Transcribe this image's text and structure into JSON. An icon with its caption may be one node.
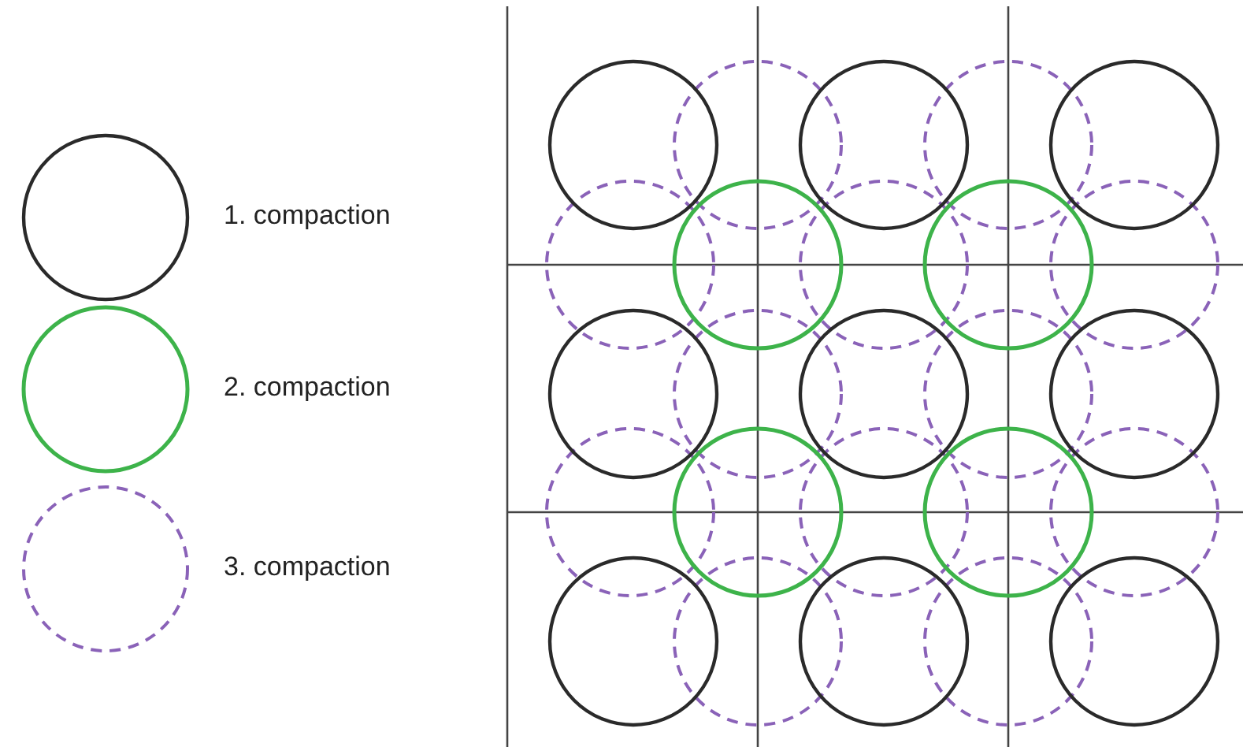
{
  "diagram": {
    "legend": [
      {
        "text": "1. compaction"
      },
      {
        "text": "2. compaction"
      },
      {
        "text": "3. compaction"
      }
    ]
  }
}
